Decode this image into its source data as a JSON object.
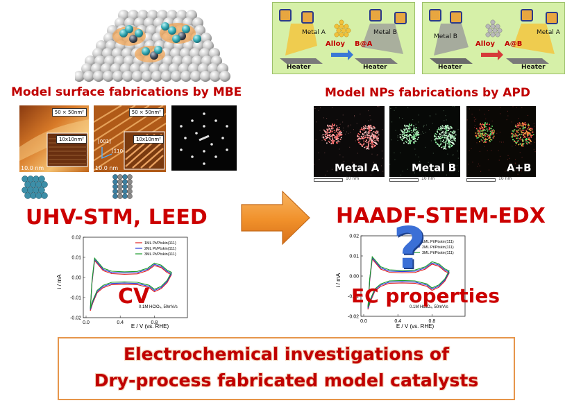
{
  "captions": {
    "mbe": "Model surface fabrications by MBE",
    "apd": "Model NPs fabrications by APD"
  },
  "apd_panels": {
    "left": {
      "metal_a": "Metal A",
      "metal_b": "Metal B",
      "alloy": "Alloy",
      "process": "B@A",
      "heater_left": "Heater",
      "heater_right": "Heater"
    },
    "right": {
      "metal_b": "Metal B",
      "metal_a": "Metal A",
      "alloy": "Alloy",
      "process": "A@B",
      "heater_left": "Heater",
      "heater_right": "Heater"
    }
  },
  "stm": {
    "img1_box_large": "50 × 50nm²",
    "img1_box_small": "10x10nm²",
    "img1_scale": "10.0 nm",
    "img2_box_large": "50 × 50nm²",
    "img2_box_small": "10x10nm²",
    "img2_dir1": "[001]",
    "img2_dir2": "[1̄10]",
    "img2_scale": "10.0 nm"
  },
  "edx": {
    "metal_a": "Metal A",
    "metal_b": "Metal B",
    "combined": "A+B",
    "scale": "10 nm"
  },
  "headings": {
    "left": "UHV-STM, LEED",
    "right": "HAADF-STEM-EDX"
  },
  "cv_left": {
    "ylabel": "i / mA",
    "xlabel": "E / V (vs. RHE)",
    "yticks": [
      "0.02",
      "0.01",
      "0.00",
      "-0.01",
      "-0.02"
    ],
    "xticks": [
      "0.0",
      "0.4",
      "0.8"
    ],
    "legend": [
      "1ML Pt/Ptskin(111)",
      "2ML Pt/Ptskin(111)",
      "3ML Pt/Ptskin(111)"
    ],
    "note": "0.1M HClO₄, 50mV/s",
    "overlay": "CV"
  },
  "cv_right": {
    "ylabel": "i / mA",
    "xlabel": "E / V (vs. RHE)",
    "yticks": [
      "0.02",
      "0.01",
      "0.00",
      "-0.01",
      "-0.02"
    ],
    "xticks": [
      "0.0",
      "0.4",
      "0.8"
    ],
    "legend": [
      "1ML Pt/Ptskin(111)",
      "2ML Pt/Ptskin(111)",
      "3ML Pt/Ptskin(111)"
    ],
    "note": "0.1M HClO₄, 50mV/s",
    "overlay": "EC properties",
    "question": "?"
  },
  "colors": {
    "accent_red": "#c00000",
    "arrow_orange": "#f0902a",
    "box_border": "#e6954a",
    "cv_red": "#e02020",
    "cv_blue": "#2a3ad8",
    "cv_green": "#1a9a2a",
    "question_blue": "#3b6fd6"
  },
  "bottom": {
    "line1": "Electrochemical investigations of",
    "line2": "Dry-process fabricated model catalysts"
  }
}
